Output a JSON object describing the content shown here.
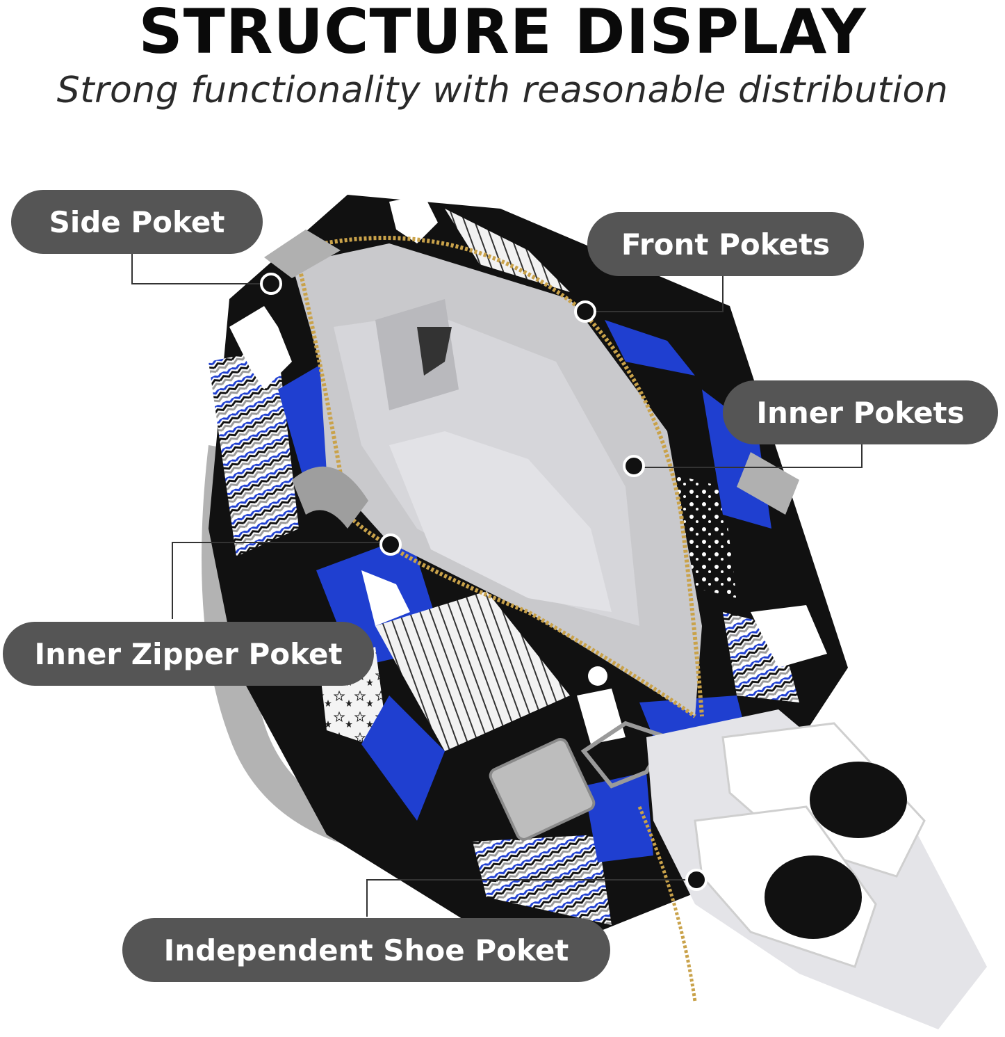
{
  "header": {
    "title": "STRUCTURE DISPLAY",
    "subtitle": "Strong functionality with reasonable distribution"
  },
  "labels": {
    "side_pocket": "Side Poket",
    "front_pockets": "Front Pokets",
    "inner_pockets": "Inner Pokets",
    "inner_zipper_pocket": "Inner Zipper Poket",
    "shoe_pocket": "Independent Shoe Poket"
  },
  "colors": {
    "pill": "#555555",
    "royal_blue": "#1f3fd0",
    "lining": "#c9c9cc",
    "strap": "#a9a9a9"
  }
}
